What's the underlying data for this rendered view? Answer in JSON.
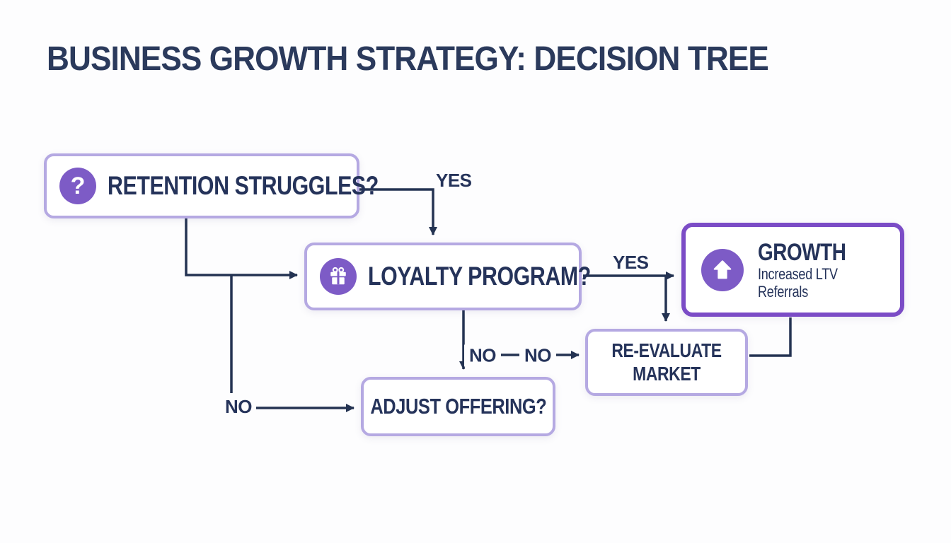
{
  "title": "BUSINESS GROWTH STRATEGY: DECISION TREE",
  "colors": {
    "background": "#fdfdfe",
    "title": "#2b3a5c",
    "text": "#25335a",
    "line": "#243352",
    "border_light": "#b5a9e2",
    "border_strong": "#7b4cc6",
    "icon_bg": "#7d5bc6",
    "icon_fg": "#ffffff"
  },
  "nodes": {
    "retention": {
      "label": "RETENTION STRUGGLES?",
      "icon": "question-icon"
    },
    "loyalty": {
      "label": "LOYALTY PROGRAM?",
      "icon": "gift-icon"
    },
    "growth": {
      "title": "GROWTH",
      "sub1": "Increased LTV",
      "sub2": "Referrals",
      "icon": "up-arrow-icon"
    },
    "reevaluate": {
      "label": "RE-EVALUATE MARKET"
    },
    "adjust": {
      "label": "ADJUST OFFERING?"
    }
  },
  "edge_labels": {
    "retention_yes": "YES",
    "retention_no": "NO",
    "loyalty_yes": "YES",
    "loyalty_no_first": "NO",
    "loyalty_no_second": "NO"
  },
  "icon_glyphs": {
    "question": "?"
  }
}
